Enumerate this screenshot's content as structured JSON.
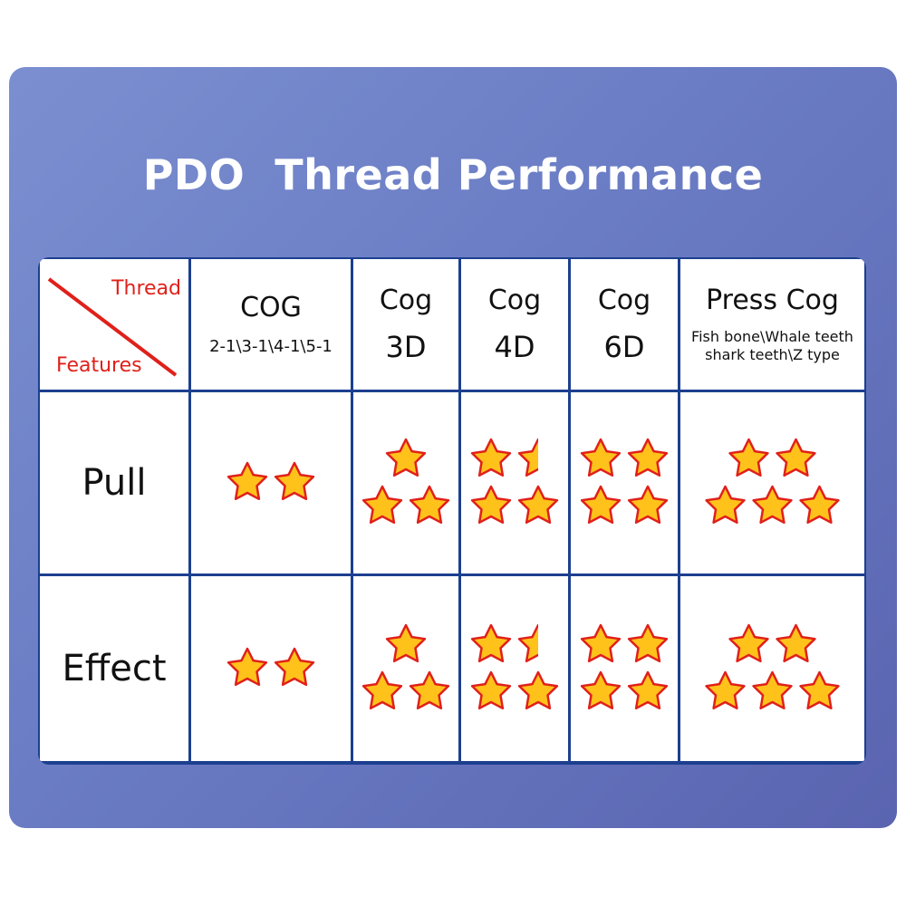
{
  "title": "PDO  Thread Performance",
  "corner": {
    "top_label": "Thread",
    "bottom_label": "Features",
    "line_color": "#e0201a"
  },
  "colors": {
    "star_fill": "#ffc21a",
    "star_stroke": "#e0201a",
    "grid": "#1c3f8f"
  },
  "chart_data": {
    "type": "table",
    "title": "PDO  Thread Performance",
    "columns": [
      {
        "name": "COG",
        "sub": "2-1\\3-1\\4-1\\5-1"
      },
      {
        "name": "Cog",
        "sub": "3D"
      },
      {
        "name": "Cog",
        "sub": "4D"
      },
      {
        "name": "Cog",
        "sub": "6D"
      },
      {
        "name": "Press Cog",
        "sub": "Fish bone\\Whale teeth shark teeth\\Z type"
      }
    ],
    "rows": [
      {
        "name": "Pull",
        "ratings": [
          2,
          3,
          3.5,
          4,
          5
        ]
      },
      {
        "name": "Effect",
        "ratings": [
          2,
          3,
          3.5,
          4,
          5
        ]
      }
    ],
    "unit": "stars"
  }
}
